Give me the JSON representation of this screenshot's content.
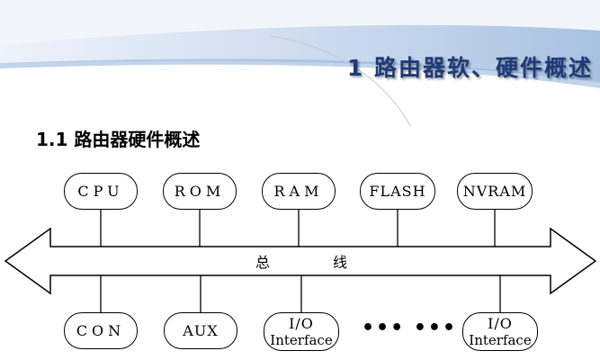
{
  "slide": {
    "title": "1  路由器软、硬件概述",
    "section_title": "1.1  路由器硬件概述"
  },
  "bus": {
    "char_1": "总",
    "char_2": "线"
  },
  "top_nodes": [
    {
      "label": "CPU"
    },
    {
      "label": "ROM"
    },
    {
      "label": "RAM"
    },
    {
      "label": "FLASH"
    },
    {
      "label": "NVRAM"
    }
  ],
  "bottom_nodes": [
    {
      "label": "CON"
    },
    {
      "label": "AUX"
    },
    {
      "label": "I/O",
      "sub": "Interface"
    },
    {
      "label": "I/O",
      "sub": "Interface"
    }
  ],
  "ellipsis": "••• •••",
  "colors": {
    "title_blue": "#1e3a7a",
    "swoosh_light": "#dbe6f4",
    "swoosh_mid": "#a9c1e1",
    "line_black": "#000000"
  }
}
